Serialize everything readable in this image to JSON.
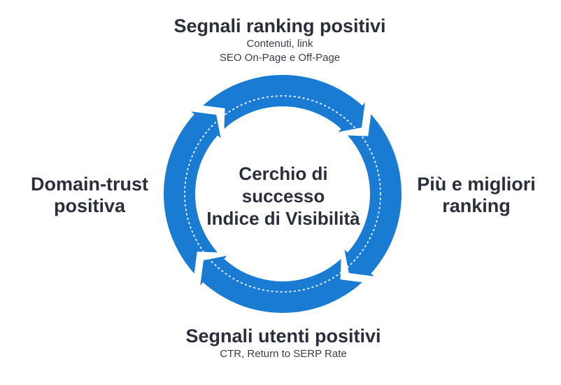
{
  "top": {
    "title": "Segnali ranking positivi",
    "line1": "Contenuti, link",
    "line2": "SEO On-Page e Off-Page"
  },
  "right": {
    "line1": "Più e migliori",
    "line2": "ranking"
  },
  "bottom": {
    "title": "Segnali utenti positivi",
    "sub": "CTR, Return to SERP Rate"
  },
  "left": {
    "line1": "Domain-trust",
    "line2": "positiva"
  },
  "center": {
    "line1": "Cerchio di",
    "line2": "successo",
    "line3": "Indice di Visibilità"
  },
  "colors": {
    "arrow_blue": "#1a7bd2",
    "dots": "#ffffff",
    "text": "#2b2f3a"
  },
  "icons": [
    "cycle-arrow"
  ]
}
